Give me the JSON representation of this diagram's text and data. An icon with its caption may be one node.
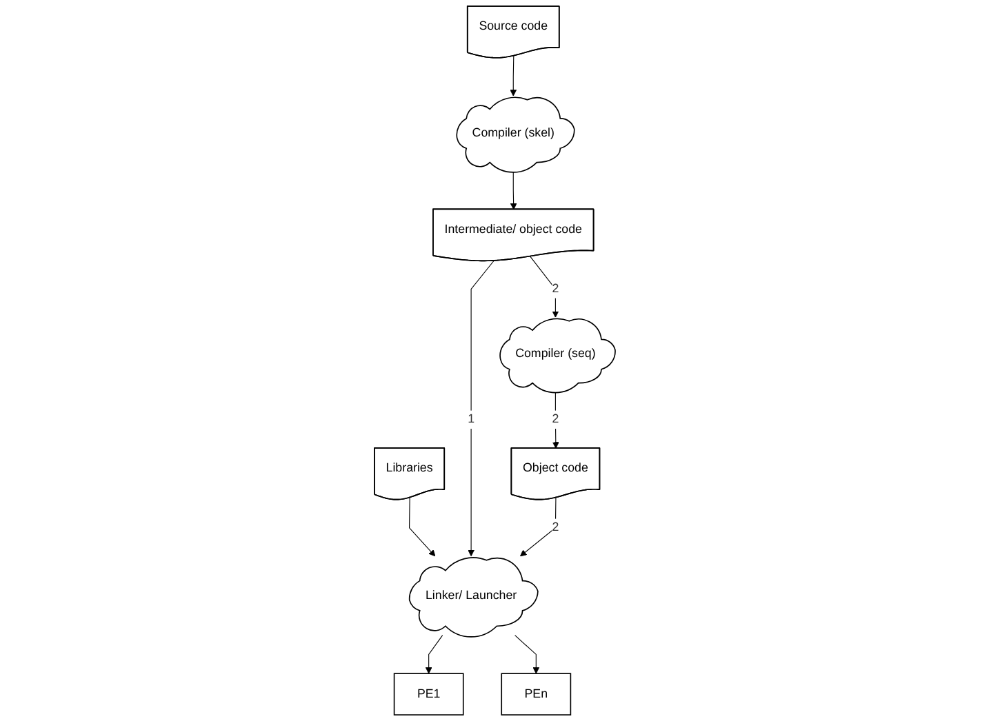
{
  "diagram": {
    "nodes": [
      {
        "text": [
          "Source code"
        ]
      },
      {
        "text": [
          "Libraries"
        ]
      },
      {
        "text": [
          "PE1"
        ]
      },
      {
        "text": [
          "Compiler (skel)"
        ]
      },
      {
        "text": [
          "Linker/ Launcher"
        ]
      },
      {
        "text": [
          "PEn"
        ]
      },
      {
        "text": [
          "Intermediate/ object code"
        ]
      },
      {
        "text": [
          "Compiler (seq)"
        ]
      },
      {
        "text": [
          "Object code"
        ]
      }
    ],
    "edges": [
      {
        "from": 0,
        "to": 3,
        "arrow": "to"
      },
      {
        "from": 3,
        "to": 6,
        "arrow": "to"
      },
      {
        "from": 1,
        "to": 4,
        "arrow": "to"
      },
      {
        "from": 4,
        "to": 2,
        "arrow": "to"
      },
      {
        "from": 4,
        "to": 5,
        "arrow": "to"
      },
      {
        "from": 6,
        "to": 4,
        "arrow": "to",
        "label": "1"
      },
      {
        "from": 6,
        "to": 7,
        "arrow": "to",
        "label": "2"
      },
      {
        "from": 7,
        "to": 8,
        "arrow": "to",
        "label": "2"
      },
      {
        "from": 8,
        "to": 4,
        "arrow": "to",
        "label": "2"
      }
    ]
  }
}
